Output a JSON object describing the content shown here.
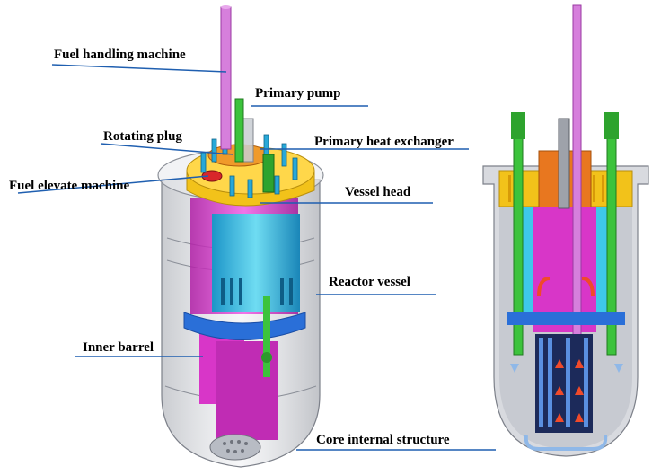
{
  "labels": {
    "fuel_handling_machine": "Fuel handling machine",
    "primary_pump": "Primary pump",
    "rotating_plug": "Rotating plug",
    "primary_heat_exchanger": "Primary heat exchanger",
    "fuel_elevate_machine": "Fuel elevate machine",
    "vessel_head": "Vessel head",
    "reactor_vessel": "Reactor vessel",
    "inner_barrel": "Inner barrel",
    "core_internal_structure": "Core internal structure"
  },
  "colors": {
    "leader_line": "#1f5fb0",
    "vessel_shell": "#b9bcc4",
    "vessel_head": "#f2c21a",
    "heat_exchanger": "#e8771f",
    "inner_barrel": "#d836c8",
    "core_structure": "#3ec8ea",
    "pump": "#3cc33c",
    "fuel_handling": "#d67fdc",
    "support_ring": "#2a6fd8",
    "flow_arrow_hot": "#f04a2a",
    "flow_arrow_cold": "#8fb8e8"
  }
}
